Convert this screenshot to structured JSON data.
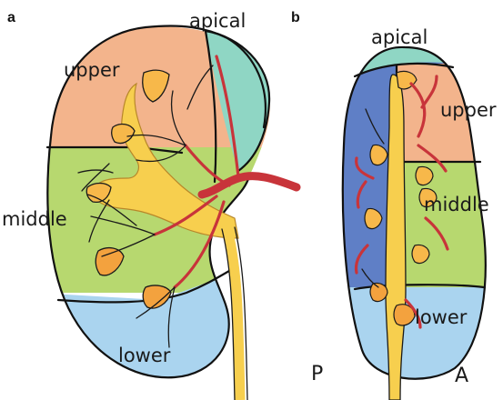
{
  "panels": {
    "a": {
      "letter": "a",
      "labels": {
        "apical": "apical",
        "upper": "upper",
        "middle": "middle",
        "lower": "lower"
      }
    },
    "b": {
      "letter": "b",
      "labels": {
        "apical": "apical",
        "upper": "upper",
        "middle": "middle",
        "lower": "lower"
      },
      "posterior": "P",
      "anterior": "A"
    }
  },
  "colors": {
    "apical": "#8fd6c4",
    "upper": "#f3b48c",
    "middle": "#b7d86f",
    "lower": "#aad4ef",
    "posterior": "#5f7fc6",
    "collecting_system": "#f7cf4e",
    "artery": "#c8343a"
  }
}
